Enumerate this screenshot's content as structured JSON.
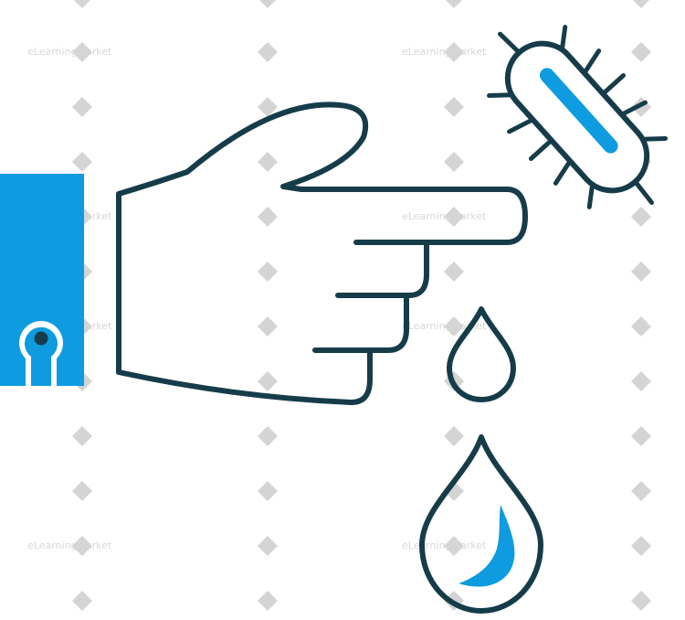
{
  "watermark": {
    "text": "eLearningMarket",
    "diamond_color": "#d4d4d4",
    "text_color": "#d8d8d8"
  },
  "illustration": {
    "stroke_color": "#163c4a",
    "accent_color": "#0e9be0",
    "background": "#ffffff",
    "elements": [
      "sleeve-cuff",
      "pointing-hand",
      "bacterium",
      "small-water-drop",
      "large-water-drop"
    ]
  }
}
